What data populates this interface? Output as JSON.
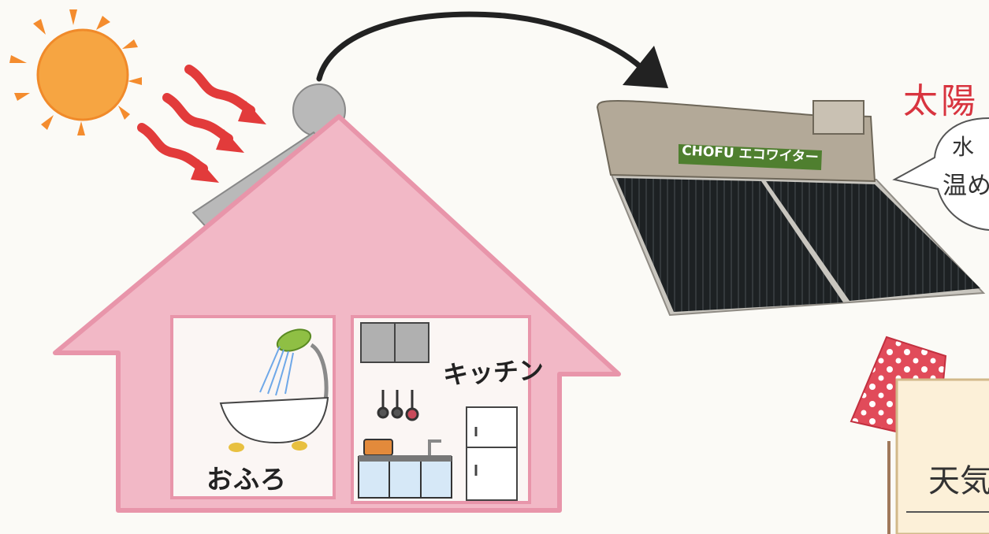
{
  "rooms": {
    "bath_label": "おふろ",
    "kitchen_label": "キッチン"
  },
  "heater": {
    "brand_text": "CHOFU エコワイター"
  },
  "right_panel": {
    "title_fragment": "太陽",
    "bubble_line1": "水",
    "bubble_line2": "温め",
    "sign_fragment": "天気"
  },
  "colors": {
    "house_pink": "#f2b8c6",
    "sun_orange": "#f6a542",
    "heat_arrow_red": "#e23b3b",
    "heater_body": "#b3a998",
    "panel_dark": "#1d2123",
    "brand_green": "#4f7f2f",
    "title_red": "#d8343f"
  },
  "icons": [
    "sun-icon",
    "heat-wave-icon",
    "arrow-curve-icon",
    "shower-icon",
    "bathtub-icon",
    "refrigerator-icon",
    "pot-icon",
    "faucet-icon"
  ]
}
